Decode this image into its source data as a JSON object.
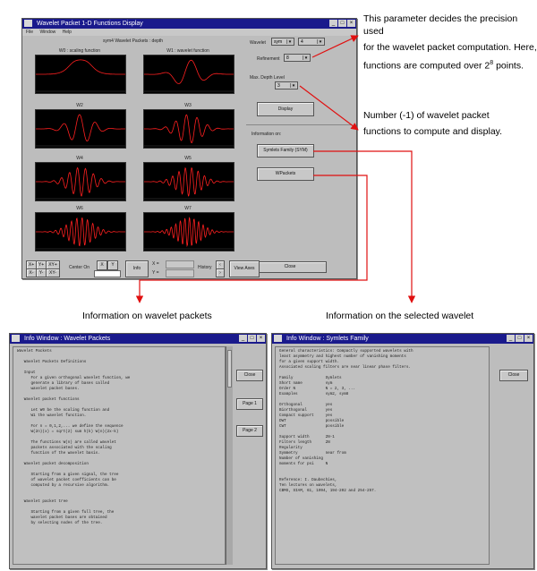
{
  "main_window": {
    "title": "Wavelet Packet 1-D Functions Display",
    "menu": [
      "File",
      "Window",
      "Help"
    ],
    "subtitle": "sym4 Wavelet Packets : depth",
    "plots": [
      {
        "title": "W0 : scaling function"
      },
      {
        "title": "W1 : wavelet function"
      },
      {
        "title": "W2"
      },
      {
        "title": "W3"
      },
      {
        "title": "W4"
      },
      {
        "title": "W5"
      },
      {
        "title": "W6"
      },
      {
        "title": "W7"
      }
    ],
    "right_panel": {
      "wavelet_label": "Wavelet",
      "wavelet_family": "sym",
      "wavelet_number": "4",
      "refinement_label": "Refinement",
      "refinement_value": "8",
      "max_depth_label": "Max. Depth Level",
      "max_depth_value": "3",
      "display_button": "Display",
      "information_label": "Information on:",
      "wavelet_family_button": "Symlets Family (SYM)",
      "wpackets_button": "WPackets",
      "close_button": "Close"
    },
    "bottom_bar": {
      "zoom_labels": [
        "X+",
        "Y+",
        "XY+",
        "X-",
        "Y-",
        "XY-"
      ],
      "center_on_label": "Center On",
      "center_x": "X",
      "center_y": "Y",
      "info_button": "Info",
      "x_label": "X =",
      "y_label": "Y =",
      "history_label": "History",
      "view_axes_button": "View Axes"
    }
  },
  "wp_info_window": {
    "title": "Info Window : Wavelet Packets",
    "side_buttons": [
      "Close",
      "Page 1",
      "Page 2"
    ],
    "lines": [
      "Wavelet Packets",
      "",
      "   Wavelet Packets Definitions",
      "",
      "   Input",
      "      For a given orthogonal wavelet function, we",
      "      generate a library of bases called",
      "      wavelet packet bases.",
      "",
      "   Wavelet packet functions",
      "",
      "      Let W0 be the scaling function and",
      "      W1 the wavelet function.",
      "",
      "      For n = 0,1,2,... we define the sequence",
      "      W(2n)(x) = sqrt(2) sum h(k) W(n)(2x-k)",
      "",
      "      The functions W(n) are called wavelet",
      "      packets associated with the scaling",
      "      function of the wavelet basis.",
      "",
      "   Wavelet packet decomposition",
      "",
      "      Starting from a given signal, the tree",
      "      of wavelet packet coefficients can be",
      "      computed by a recursive algorithm.",
      "",
      "",
      "   Wavelet packet tree",
      "",
      "      Starting from a given full tree, the",
      "      wavelet packet bases are obtained",
      "      by selecting nodes of the tree."
    ]
  },
  "wavelet_info_window": {
    "title": "Info Window : Symlets Family",
    "side_buttons": [
      "Close"
    ],
    "lines": [
      "General characteristics: Compactly supported wavelets with",
      "least asymmetry and highest number of vanishing moments",
      "for a given support width.",
      "Associated scaling filters are near linear phase filters.",
      "",
      "Family              Symlets",
      "Short name          sym",
      "Order N             N = 2, 3, ...",
      "Examples            sym2, sym8",
      "",
      "Orthogonal          yes",
      "Biorthogonal        yes",
      "Compact support     yes",
      "DWT                 possible",
      "CWT                 possible",
      "",
      "Support width       2N-1",
      "Filters length      2N",
      "Regularity",
      "Symmetry            near from",
      "Number of vanishing",
      "moments for psi     N",
      "",
      "",
      "Reference: I. Daubechies,",
      "Ten lectures on wavelets,",
      "CBMS, SIAM, 61, 1994, 194-202 and 254-257."
    ]
  },
  "annotations": {
    "precision_line1": "This parameter decides the precision used",
    "precision_line2": "for the wavelet packet computation. Here,",
    "precision_line3_a": "functions are computed over 2",
    "precision_line3_sup": "8",
    "precision_line3_b": " points.",
    "number_line1": "Number (-1) of wavelet packet",
    "number_line2": "functions to compute and display.",
    "info_packets": "Information on wavelet packets",
    "info_wavelet": "Information on the selected wavelet"
  },
  "colors": {
    "plot_curve": "#ff2020",
    "arrow": "#e01010",
    "titlebar": "#1a1a8c"
  }
}
